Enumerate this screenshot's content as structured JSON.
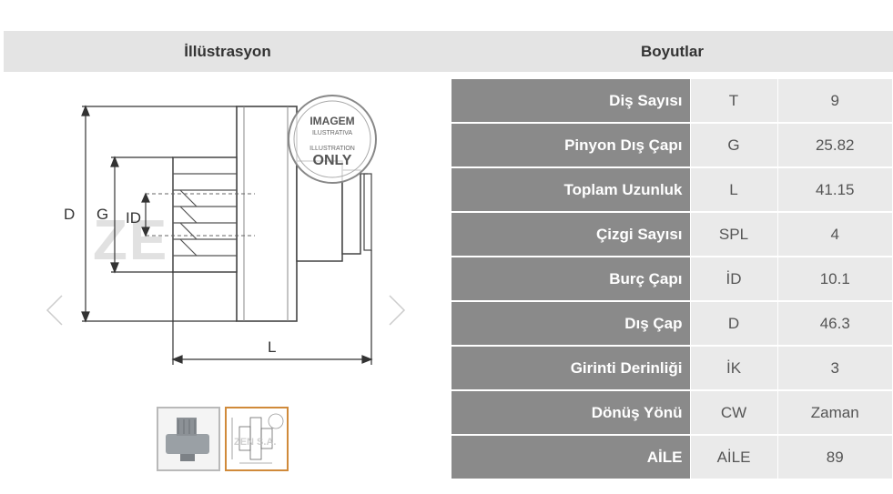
{
  "headers": {
    "illustration": "İllüstrasyon",
    "dimensions": "Boyutlar"
  },
  "illustration": {
    "stamp_line1": "IMAGEM",
    "stamp_line2": "ILUSTRATIVA",
    "stamp_line3": "ILLUSTRATION",
    "stamp_line4": "ONLY",
    "watermark": "ZEN S.A.",
    "dim_D": "D",
    "dim_G": "G",
    "dim_ID": "ID",
    "dim_L": "L"
  },
  "thumb_watermark": "ZEN S.A.",
  "spec_rows": [
    {
      "label": "Diş Sayısı",
      "code": "T",
      "value": "9"
    },
    {
      "label": "Pinyon Dış Çapı",
      "code": "G",
      "value": "25.82"
    },
    {
      "label": "Toplam Uzunluk",
      "code": "L",
      "value": "41.15"
    },
    {
      "label": "Çizgi Sayısı",
      "code": "SPL",
      "value": "4"
    },
    {
      "label": "Burç Çapı",
      "code": "İD",
      "value": "10.1"
    },
    {
      "label": "Dış Çap",
      "code": "D",
      "value": "46.3"
    },
    {
      "label": "Girinti Derinliği",
      "code": "İK",
      "value": "3"
    },
    {
      "label": "Dönüş Yönü",
      "code": "CW",
      "value": "Zaman"
    },
    {
      "label": "AİLE",
      "code": "AİLE",
      "value": "89"
    }
  ]
}
